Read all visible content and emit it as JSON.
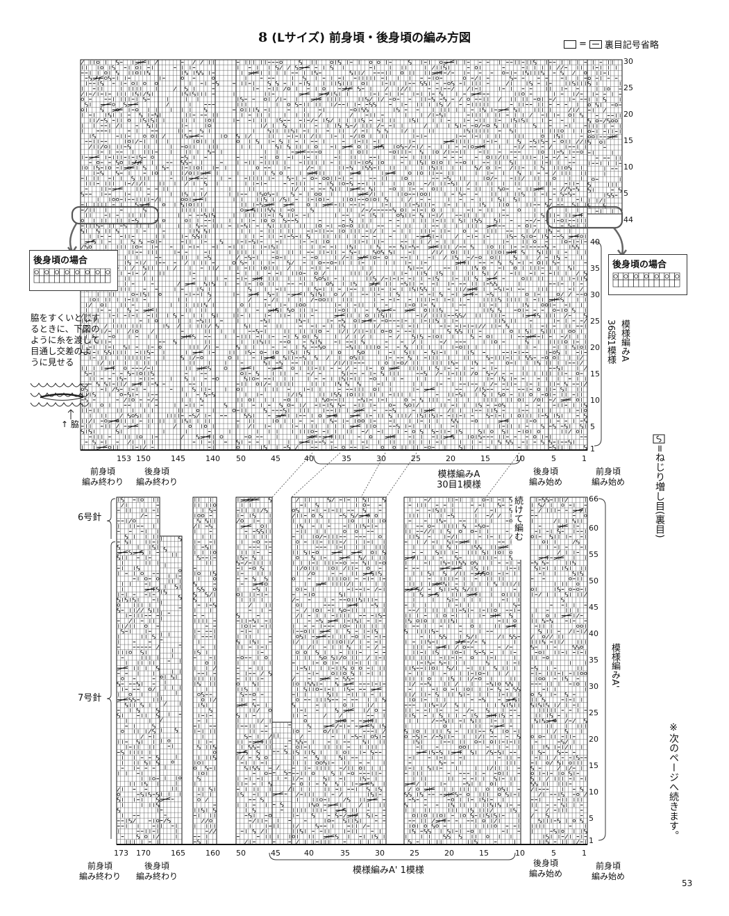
{
  "title": {
    "number": "8",
    "text": "(Lサイズ) 前身頃・後身頃の編み方図"
  },
  "legend": {
    "equals": "=",
    "text": "裏目記号省略"
  },
  "upper_chart": {
    "row_labels": [
      "30",
      "25",
      "20",
      "15",
      "10",
      "5",
      "44",
      "40",
      "35",
      "30",
      "25",
      "20",
      "15",
      "10",
      "5",
      "1"
    ],
    "col_labels": [
      "153",
      "150",
      "145",
      "140",
      "50",
      "45",
      "40",
      "35",
      "30",
      "25",
      "20",
      "15",
      "10",
      "5",
      "1"
    ],
    "pattern_label": "模様編みA",
    "repeat_stitches": "30目1模様",
    "rows_label": "36段1模様",
    "pattern_vertical": "模様編みA"
  },
  "lower_chart": {
    "row_labels": [
      "66",
      "60",
      "55",
      "50",
      "45",
      "40",
      "35",
      "30",
      "25",
      "20",
      "15",
      "10",
      "5",
      "1"
    ],
    "col_labels": [
      "173",
      "170",
      "165",
      "160",
      "50",
      "45",
      "40",
      "35",
      "30",
      "25",
      "20",
      "15",
      "10",
      "5",
      "1"
    ],
    "pattern_label": "模様編みA' 1模様",
    "pattern_vertical": "模様編みA'",
    "continue_label": "続けて編む"
  },
  "annotations": {
    "back_case_left": "後身頃の場合",
    "back_case_right": "後身頃の場合",
    "side_note": [
      "脇をすくいとじす",
      "るときに、下図の",
      "ように糸を渡して",
      "目通し交差のよ",
      "うに見せる"
    ],
    "side_label": "脇",
    "front_end_top": [
      "前身頃",
      "編み終わり"
    ],
    "back_end_top": [
      "後身頃",
      "編み終わり"
    ],
    "back_start_top": [
      "後身頃",
      "編み始め"
    ],
    "front_start_top": [
      "前身頃",
      "編み始め"
    ],
    "front_end_bottom": [
      "前身頃",
      "編み終わり"
    ],
    "back_end_bottom": [
      "後身頃",
      "編み終わり"
    ],
    "back_start_bottom": [
      "後身頃",
      "編み始め"
    ],
    "front_start_bottom": [
      "前身頃",
      "編み始め"
    ],
    "needle_6": "6号針",
    "needle_7": "7号針",
    "twist_symbol_note": "=ねじり増し目(裏目)",
    "continued_note": "※次のページへ続きます。"
  },
  "page_number": "53"
}
